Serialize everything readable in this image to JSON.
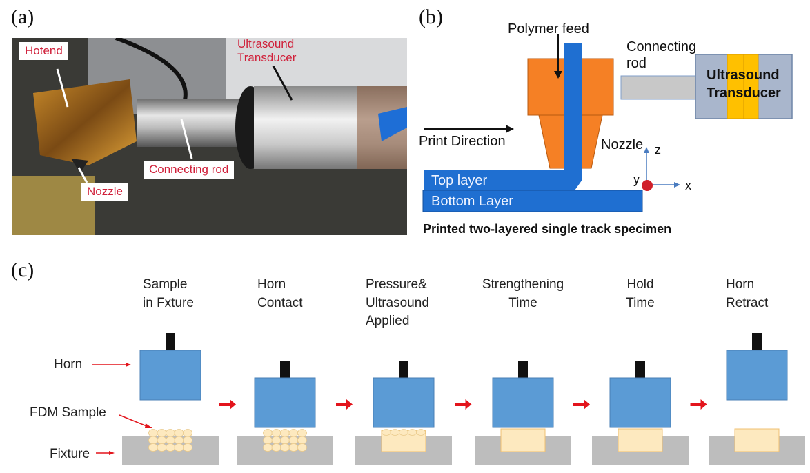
{
  "panels": {
    "a": {
      "label": "(a)",
      "callouts": {
        "hotend": "Hotend",
        "nozzle": "Nozzle",
        "connecting_rod": "Connecting rod",
        "transducer_line1": "Ultrasound",
        "transducer_line2": "Transducer"
      }
    },
    "b": {
      "label": "(b)",
      "polymer_feed": "Polymer feed",
      "connecting_rod_line1": "Connecting",
      "connecting_rod_line2": "rod",
      "transducer_line1": "Ultrasound",
      "transducer_line2": "Transducer",
      "print_direction": "Print Direction",
      "nozzle": "Nozzle",
      "top_layer": "Top layer",
      "bottom_layer": "Bottom Layer",
      "axis_z": "z",
      "axis_y": "y",
      "axis_x": "x",
      "caption": "Printed two-layered single track specimen"
    },
    "c": {
      "label": "(c)",
      "side_labels": {
        "horn": "Horn",
        "fdm_sample": "FDM Sample",
        "fixture": "Fixture"
      },
      "steps": [
        {
          "line1": "Sample",
          "line2": "in Fxture",
          "line3": ""
        },
        {
          "line1": "Horn",
          "line2": "Contact",
          "line3": ""
        },
        {
          "line1": "Pressure&",
          "line2": "Ultrasound",
          "line3": "Applied"
        },
        {
          "line1": "Strengthening",
          "line2": "Time",
          "line3": ""
        },
        {
          "line1": "Hold",
          "line2": "Time",
          "line3": ""
        },
        {
          "line1": "Horn",
          "line2": "Retract",
          "line3": ""
        }
      ]
    }
  },
  "colors": {
    "horn_blue": "#5b9bd5",
    "stud_black": "#111111",
    "fixture_gray": "#bdbdbd",
    "sample_cream": "#fde9bf",
    "sample_outline": "#f0c070",
    "arrow_red": "#e3141c",
    "callout_red": "#d0203a",
    "layer_blue": "#1f6fd1",
    "nozzle_orange": "#f58025",
    "rod_gray": "#c8c8c8",
    "transducer_gray": "#a9b6cc",
    "transducer_band": "#ffc000",
    "origin_red": "#d0202a"
  }
}
